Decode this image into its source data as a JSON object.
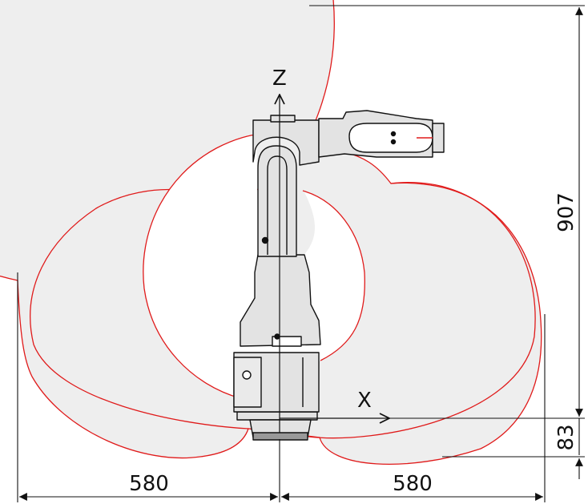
{
  "diagram": {
    "axes": {
      "z_label": "Z",
      "x_label": "X"
    },
    "dimensions": {
      "reach_height": "907",
      "base_offset": "83",
      "reach_left": "580",
      "reach_right": "580"
    },
    "colors": {
      "envelope_line": "#e01a1a",
      "envelope_fill": "#eeeeee",
      "robot_fill": "#e3e3e3",
      "robot_line": "#111111",
      "dimension_line": "#111111"
    }
  }
}
